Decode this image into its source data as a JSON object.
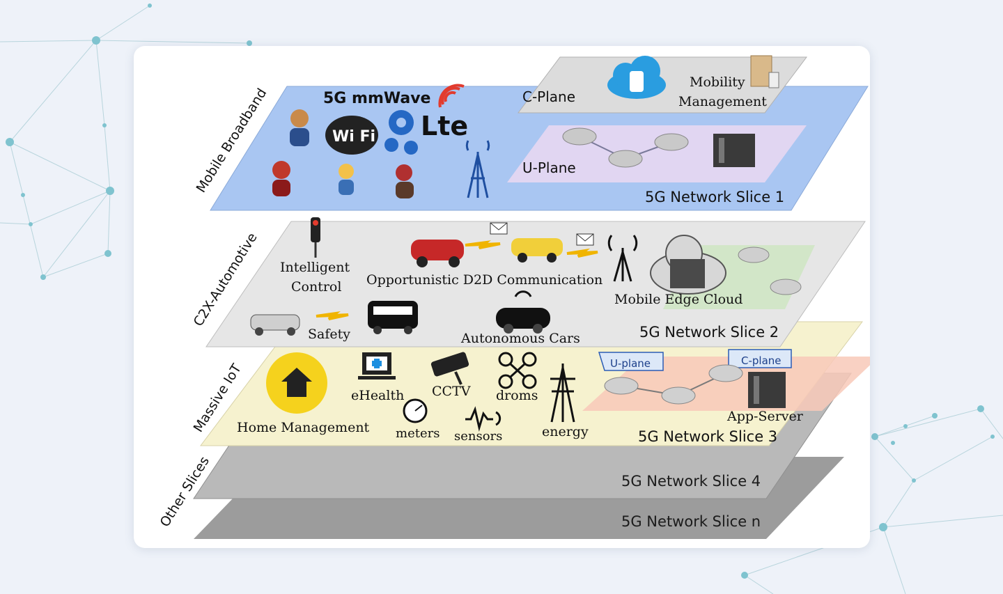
{
  "layers": {
    "mobile_broadband": {
      "side_label": "Mobile Broadband",
      "tech_5g": "5G mmWave",
      "tech_lte": "Lte",
      "tech_wifi": "Wi Fi",
      "c_plane": "C-Plane",
      "mobility_line1": "Mobility",
      "mobility_line2": "Management",
      "u_plane": "U-Plane",
      "slice_label": "5G Network Slice 1"
    },
    "c2x_automotive": {
      "side_label": "C2X-Automotive",
      "intelligent_line1": "Intelligent",
      "intelligent_line2": "Control",
      "d2d": "Opportunistic  D2D Communication",
      "mec": "Mobile Edge Cloud",
      "safety": "Safety",
      "autonomous": "Autonomous  Cars",
      "slice_label": "5G Network Slice 2"
    },
    "massive_iot": {
      "side_label": "Massive IoT",
      "home": "Home Management",
      "ehealth": "eHealth",
      "cctv": "CCTV",
      "droms": "droms",
      "meters": "meters",
      "sensors": "sensors",
      "energy": "energy",
      "u_plane": "U-plane",
      "c_plane": "C-plane",
      "app_server": "App-Server",
      "slice_label": "5G Network Slice 3"
    },
    "other": {
      "side_label": "Other Slices",
      "slice4_label": "5G Network Slice 4",
      "slicen_label": "5G Network Slice n"
    }
  },
  "colors": {
    "page_bg": "#eef2f9",
    "slice1": "#a9c6f2",
    "slice2": "#e6e6e6",
    "slice3": "#f6f2cf",
    "slice4": "#b9b9b9",
    "slicen": "#9c9c9c",
    "network_accent": "#7fc3cf"
  }
}
